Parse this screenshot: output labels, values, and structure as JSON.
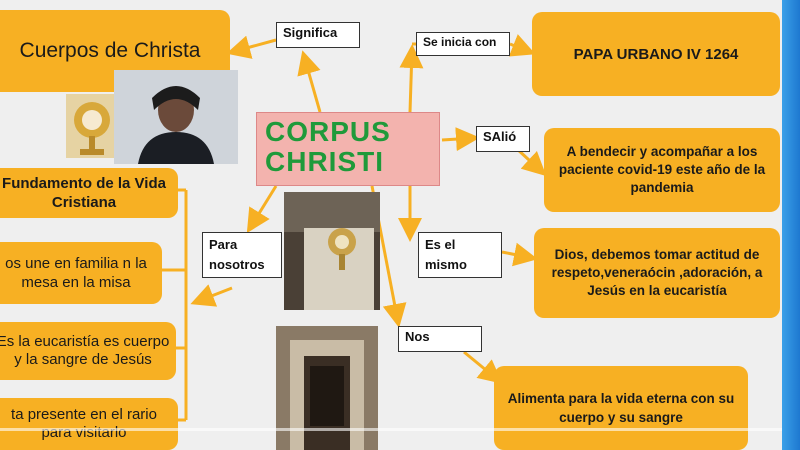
{
  "diagram": {
    "title_line1": "CORPUS",
    "title_line2": "CHRISTI",
    "cuerpos": "Cuerpos de Christa",
    "significa": "Significa",
    "se_inicia": "Se inicia con",
    "papa": "PAPA URBANO IV 1264",
    "salio": "SAlió",
    "bendecir": "A bendecir y acompañar a los paciente covid-19 este año de la pandemia",
    "es_el_mismo_1": "Es el",
    "es_el_mismo_2": "mismo",
    "dios": "Dios, debemos  tomar actitud de respeto,veneraócin ,adoración, a  Jesús en la eucaristía",
    "para_1": "Para",
    "para_2": "nosotros",
    "fundamento": "Fundamento de la Vida Cristiana",
    "une": "os une en familia n la mesa en la misa",
    "eucaristia": "Es la eucaristía es cuerpo y la sangre de Jesús",
    "presente": "ta presente en el rario para visitarlo",
    "nos": "Nos",
    "alimenta": "Alimenta para la vida eterna con su cuerpo y su sangre"
  },
  "colors": {
    "box": "#f7b023",
    "title_bg": "#f3b3ae",
    "title_text": "#1f9a3a",
    "arrow": "#f7b023"
  }
}
